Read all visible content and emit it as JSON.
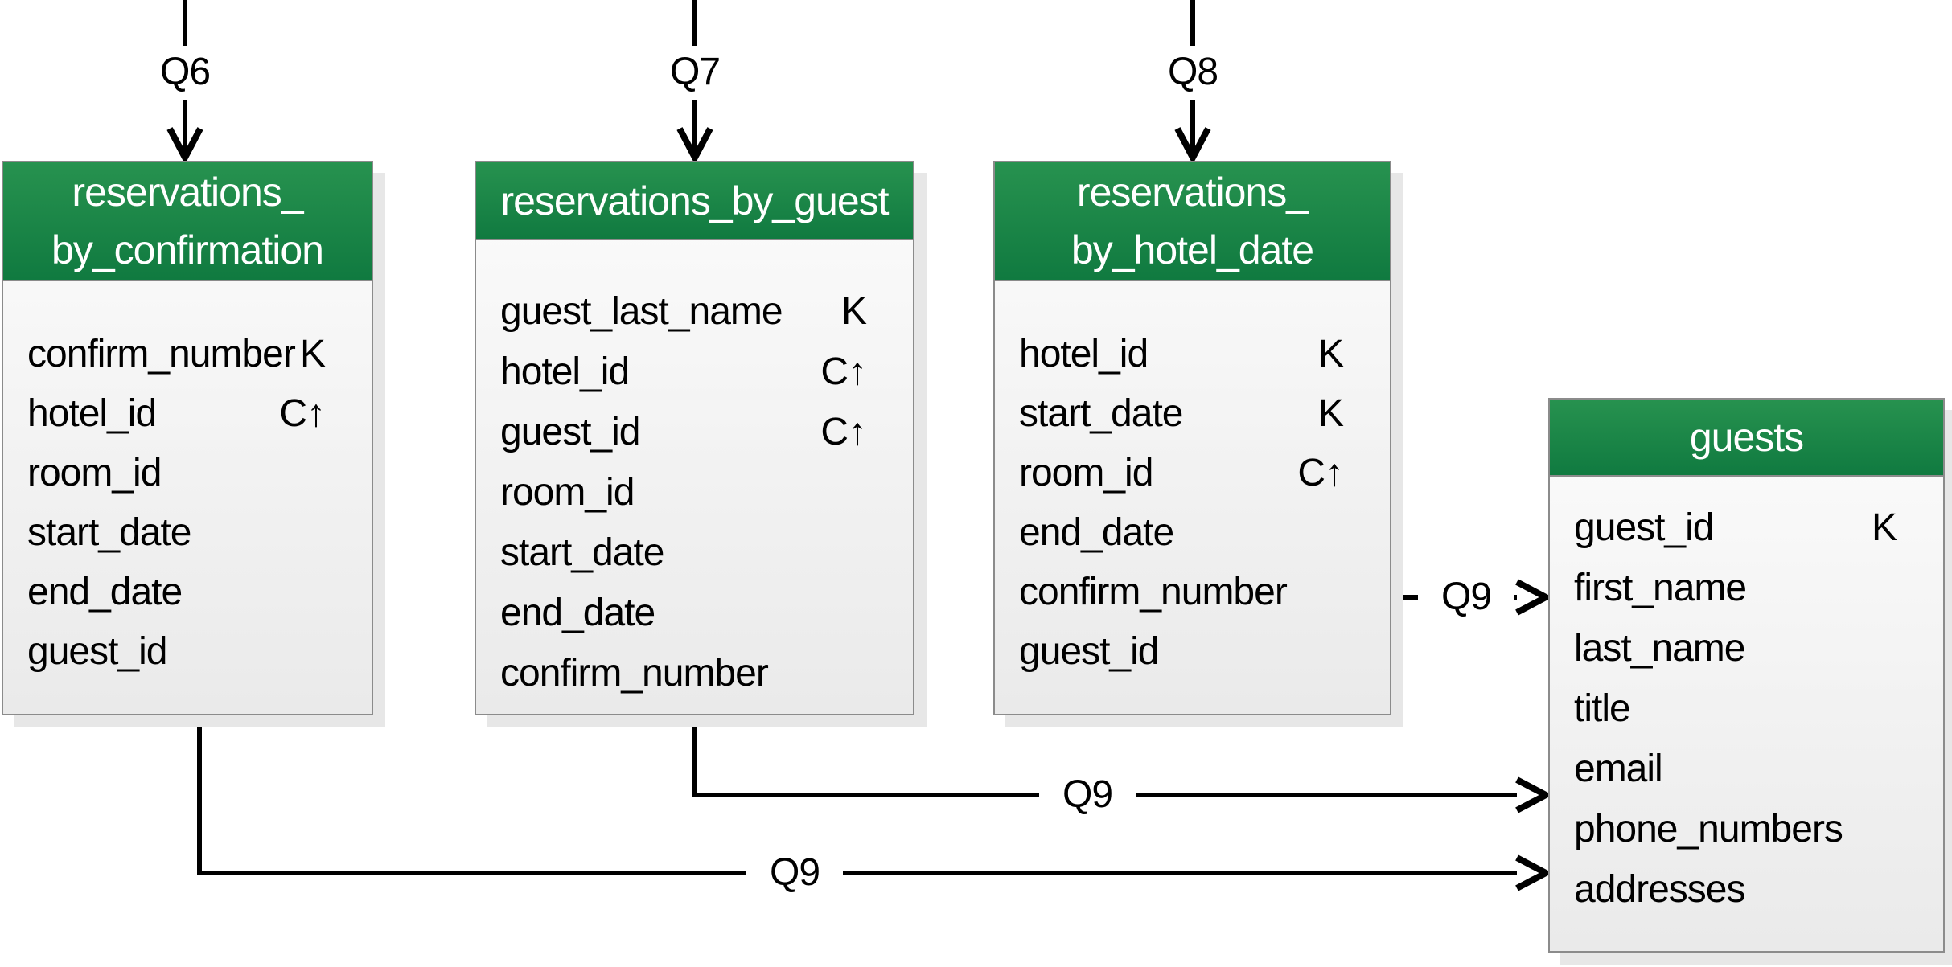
{
  "queries": [
    {
      "label": "Q6"
    },
    {
      "label": "Q7"
    },
    {
      "label": "Q8"
    }
  ],
  "q9_label": "Q9",
  "tables": [
    {
      "name": "reservations_by_confirmation",
      "title_lines": [
        "reservations_",
        "by_confirmation"
      ],
      "columns": [
        {
          "name": "confirm_number",
          "key": "K"
        },
        {
          "name": "hotel_id",
          "key": "C↑"
        },
        {
          "name": "room_id",
          "key": ""
        },
        {
          "name": "start_date",
          "key": ""
        },
        {
          "name": "end_date",
          "key": ""
        },
        {
          "name": "guest_id",
          "key": ""
        }
      ]
    },
    {
      "name": "reservations_by_guest",
      "title_lines": [
        "reservations_by_guest"
      ],
      "columns": [
        {
          "name": "guest_last_name",
          "key": "K"
        },
        {
          "name": "hotel_id",
          "key": "C↑"
        },
        {
          "name": "guest_id",
          "key": "C↑"
        },
        {
          "name": "room_id",
          "key": ""
        },
        {
          "name": "start_date",
          "key": ""
        },
        {
          "name": "end_date",
          "key": ""
        },
        {
          "name": "confirm_number",
          "key": ""
        }
      ]
    },
    {
      "name": "reservations_by_hotel_date",
      "title_lines": [
        "reservations_",
        "by_hotel_date"
      ],
      "columns": [
        {
          "name": "hotel_id",
          "key": "K"
        },
        {
          "name": "start_date",
          "key": "K"
        },
        {
          "name": "room_id",
          "key": "C↑"
        },
        {
          "name": "end_date",
          "key": ""
        },
        {
          "name": "confirm_number",
          "key": ""
        },
        {
          "name": "guest_id",
          "key": ""
        }
      ]
    },
    {
      "name": "guests",
      "title_lines": [
        "guests"
      ],
      "columns": [
        {
          "name": "guest_id",
          "key": "K"
        },
        {
          "name": "first_name",
          "key": ""
        },
        {
          "name": "last_name",
          "key": ""
        },
        {
          "name": "title",
          "key": ""
        },
        {
          "name": "email",
          "key": ""
        },
        {
          "name": "phone_numbers",
          "key": ""
        },
        {
          "name": "addresses",
          "key": ""
        }
      ]
    }
  ],
  "colors": {
    "green_top": "#27924f",
    "green_bottom": "#107a40",
    "header_text": "#ffffff",
    "body_top": "#fcfcfc",
    "body_bottom": "#eaeaea",
    "border": "#8b8b8b",
    "shadow": "#e7e7e7",
    "line": "#000000"
  }
}
